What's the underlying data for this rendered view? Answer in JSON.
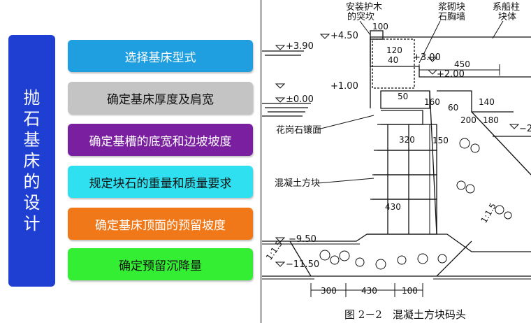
{
  "left_panel": {
    "title": "抛石基床的设计",
    "steps": [
      {
        "label": "选择基床型式",
        "bg": "#1f9ee0",
        "fg": "#ffffff"
      },
      {
        "label": "确定基床厚度及肩宽",
        "bg": "#c4c4c4",
        "fg": "#111111"
      },
      {
        "label": "确定基槽的底宽和边坡坡度",
        "bg": "#7a1fa0",
        "fg": "#ffffff"
      },
      {
        "label": "规定块石的重量和质量要求",
        "bg": "#2ee0f0",
        "fg": "#111111"
      },
      {
        "label": "确定基床顶面的预留坡度",
        "bg": "#f07818",
        "fg": "#ffffff"
      },
      {
        "label": "确定预留沉降量",
        "bg": "#33ee33",
        "fg": "#111111"
      }
    ]
  },
  "drawing": {
    "caption": "图 2－2　混凝土方块码头",
    "callouts": {
      "fender_top": "安装护木",
      "fender_bottom": "的突坎",
      "wall_top": "浆砌块",
      "wall_bottom": "石胸墙",
      "bollard_top": "系船柱",
      "bollard_bottom": "块体",
      "granite": "花岗石镶面",
      "block": "混凝土方块"
    },
    "elevations": [
      "+4.50",
      "+3.90",
      "+3.00",
      "+2.00",
      "+1.00",
      "±0.00",
      "−2",
      "−9.50",
      "−11.50"
    ],
    "dimensions": [
      "100",
      "120",
      "40",
      "50",
      "450",
      "160",
      "60",
      "140",
      "200",
      "180",
      "320",
      "150",
      "430",
      "300",
      "100"
    ],
    "slopes": [
      "1:1.5",
      "1:1.5"
    ]
  }
}
